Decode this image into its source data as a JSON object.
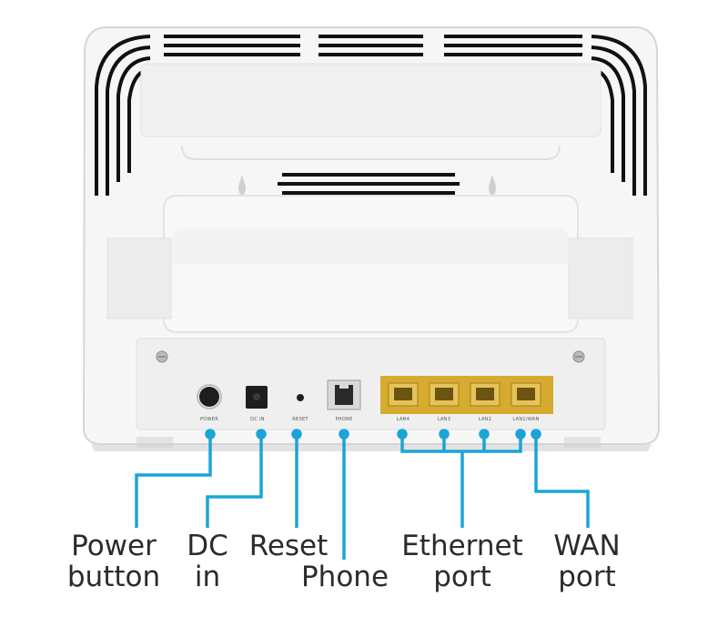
{
  "colors": {
    "callout_line": "#1aa5d6",
    "device_body": "#f5f5f5",
    "device_shadow": "#cfcfcf",
    "vent": "#111111",
    "ethernet_port": "#d9b23a",
    "port_panel": "#eeeeee"
  },
  "port_labels": {
    "power": "POWER",
    "dc_in": "DC IN",
    "reset": "RESET",
    "phone": "PHONE",
    "lan4": "LAN4",
    "lan3": "LAN3",
    "lan2": "LAN2",
    "lan1_wan": "LAN1/WAN"
  },
  "captions": {
    "power_button": {
      "line1": "Power",
      "line2": "button"
    },
    "dc_in": {
      "line1": "DC",
      "line2": "in"
    },
    "reset": {
      "line1": "Reset"
    },
    "phone": {
      "line1": "Phone"
    },
    "ethernet_port": {
      "line1": "Ethernet",
      "line2": "port"
    },
    "wan_port": {
      "line1": "WAN",
      "line2": "port"
    }
  },
  "icons": [
    "power-button-icon",
    "dc-jack-icon",
    "reset-hole-icon",
    "phone-jack-icon",
    "ethernet-port-icon",
    "screw-icon"
  ]
}
